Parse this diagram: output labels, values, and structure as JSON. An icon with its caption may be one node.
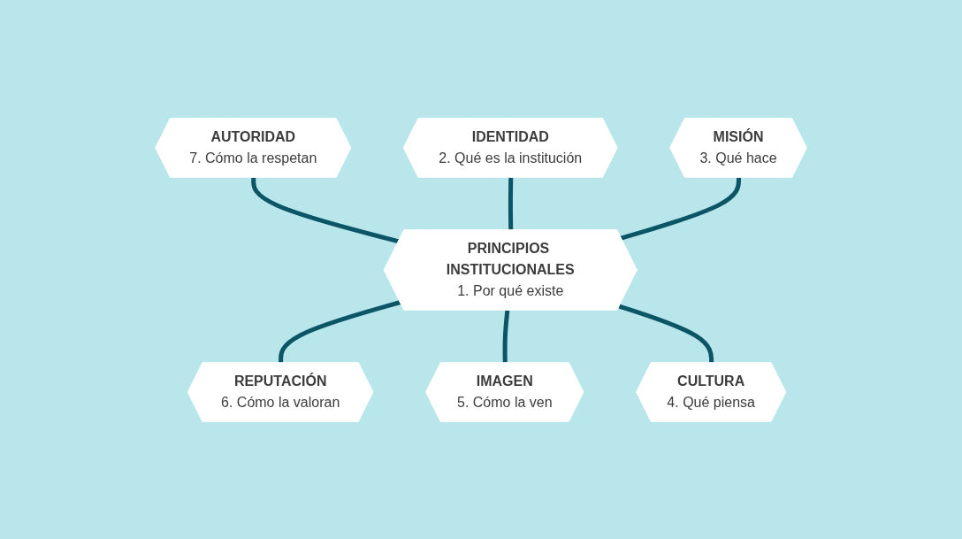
{
  "diagram": {
    "nodes": [
      {
        "text": [
          "PRINCIPIOS INSTITUCIONALES",
          "1. Por qué existe"
        ]
      },
      {
        "text": [
          "IDENTIDAD",
          "2. Qué es la institución"
        ]
      },
      {
        "text": [
          "MISIÓN",
          "3. Qué hace"
        ]
      },
      {
        "text": [
          "CULTURA",
          "4. Qué piensa"
        ]
      },
      {
        "text": [
          "IMAGEN",
          "5. Cómo la ven"
        ]
      },
      {
        "text": [
          "REPUTACIÓN",
          "6. Cómo la valoran"
        ]
      },
      {
        "text": [
          "AUTORIDAD",
          "7. Cómo la respetan"
        ]
      }
    ],
    "edges": [
      {
        "from": 6,
        "to": 0,
        "arrow": "none"
      },
      {
        "from": 1,
        "to": 0,
        "arrow": "none"
      },
      {
        "from": 2,
        "to": 0,
        "arrow": "none"
      },
      {
        "from": 0,
        "to": 5,
        "arrow": "none"
      },
      {
        "from": 0,
        "to": 4,
        "arrow": "none"
      },
      {
        "from": 0,
        "to": 3,
        "arrow": "none"
      }
    ]
  }
}
